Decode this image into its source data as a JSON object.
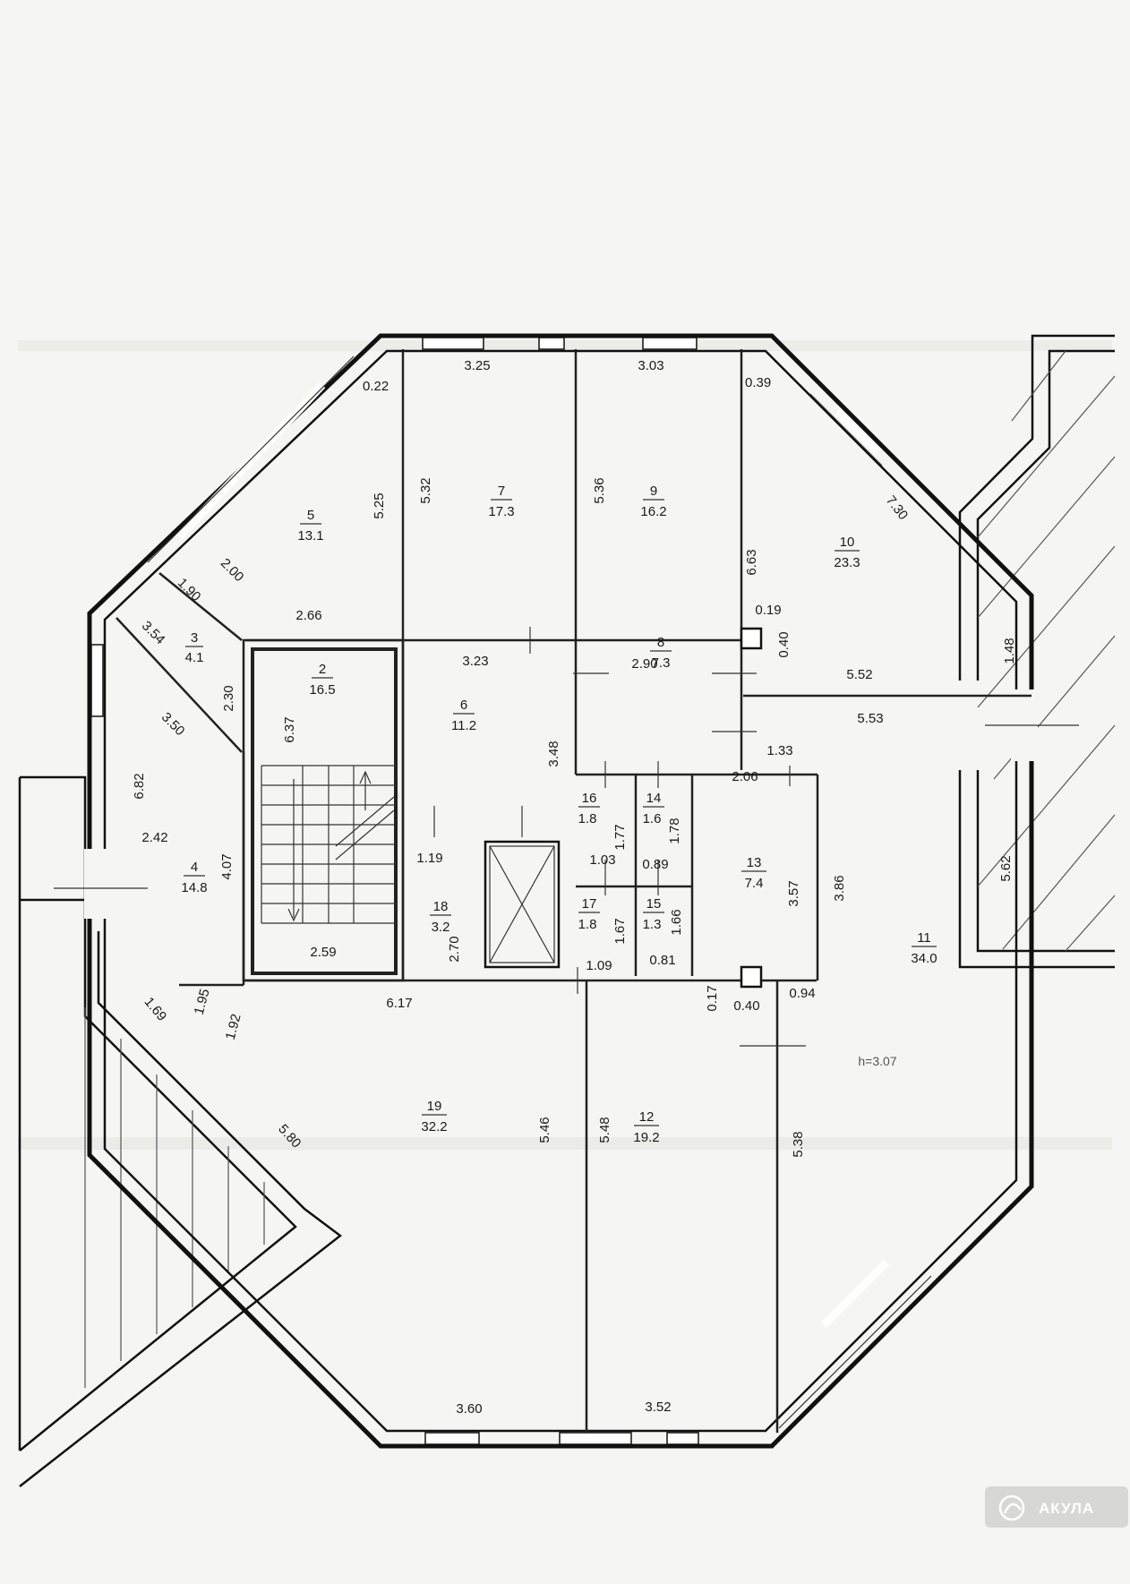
{
  "rooms": [
    {
      "id": "r1",
      "number": "2",
      "area": "16.5"
    },
    {
      "id": "r2",
      "number": "3",
      "area": "4.1"
    },
    {
      "id": "r3",
      "number": "4",
      "area": "14.8"
    },
    {
      "id": "r4",
      "number": "5",
      "area": "13.1"
    },
    {
      "id": "r5",
      "number": "6",
      "area": "11.2"
    },
    {
      "id": "r6",
      "number": "7",
      "area": "17.3"
    },
    {
      "id": "r7",
      "number": "8",
      "area": "7.3"
    },
    {
      "id": "r8",
      "number": "9",
      "area": "16.2"
    },
    {
      "id": "r9",
      "number": "10",
      "area": "23.3"
    },
    {
      "id": "r10",
      "number": "11",
      "area": "34.0"
    },
    {
      "id": "r11",
      "number": "12",
      "area": "19.2"
    },
    {
      "id": "r12",
      "number": "13",
      "area": "7.4"
    },
    {
      "id": "r13",
      "number": "14",
      "area": "1.6"
    },
    {
      "id": "r14",
      "number": "15",
      "area": "1.3"
    },
    {
      "id": "r15",
      "number": "16",
      "area": "1.8"
    },
    {
      "id": "r16",
      "number": "17",
      "area": "1.8"
    },
    {
      "id": "r17",
      "number": "18",
      "area": "3.2"
    },
    {
      "id": "r18",
      "number": "19",
      "area": "32.2"
    }
  ],
  "dimensions": [
    "3.25",
    "3.03",
    "0.22",
    "0.39",
    "5.25",
    "5.32",
    "5.36",
    "7.30",
    "6.63",
    "2.00",
    "1.90",
    "2.66",
    "0.19",
    "0.40",
    "3.54",
    "3.23",
    "2.90",
    "1.48",
    "2.30",
    "5.52",
    "3.50",
    "6.37",
    "5.53",
    "3.48",
    "1.33",
    "6.82",
    "1.77",
    "1.78",
    "2.06",
    "2.42",
    "1.19",
    "1.03",
    "0.89",
    "4.07",
    "3.57",
    "3.86",
    "5.62",
    "1.67",
    "1.66",
    "2.70",
    "2.59",
    "1.09",
    "0.81",
    "0.17",
    "0.40",
    "0.94",
    "6.17",
    "1.69",
    "1.95",
    "1.92",
    "5.46",
    "5.48",
    "5.38",
    "5.80",
    "3.60",
    "3.52"
  ],
  "ceiling_height": "h=3.07",
  "watermark": "АКУЛА"
}
